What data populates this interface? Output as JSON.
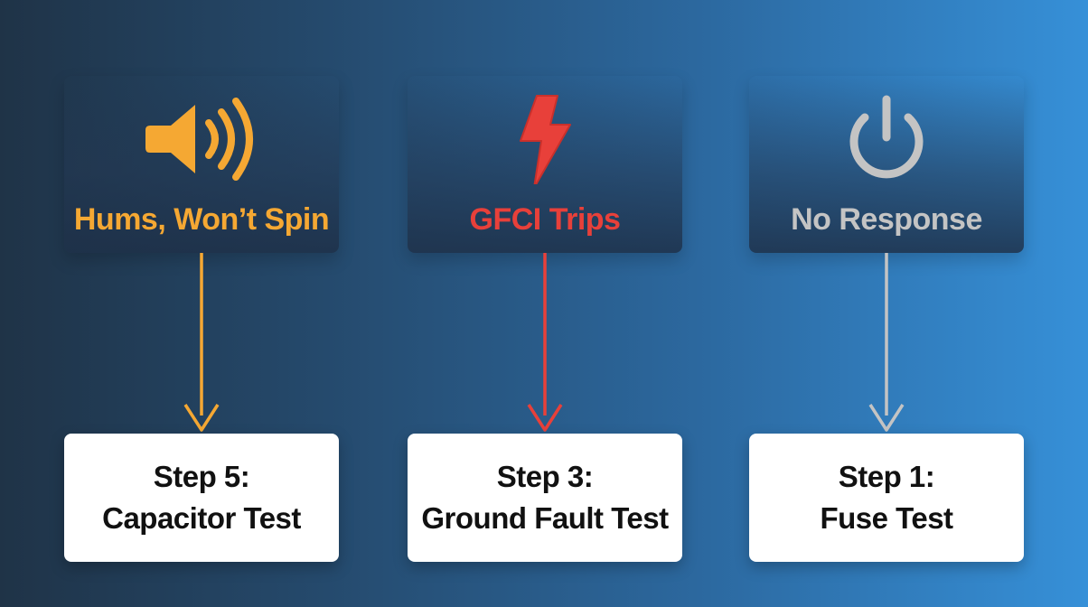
{
  "paths": [
    {
      "symptom": "Hums, Won’t Spin",
      "icon": "speaker-icon",
      "color": "#f5a833",
      "step_title": "Step 5:",
      "step_name": "Capacitor Test"
    },
    {
      "symptom": "GFCI Trips",
      "icon": "lightning-bolt-icon",
      "color": "#e8403a",
      "step_title": "Step 3:",
      "step_name": "Ground Fault Test"
    },
    {
      "symptom": "No Response",
      "icon": "power-icon",
      "color": "#c4c4c4",
      "step_title": "Step 1:",
      "step_name": "Fuse Test"
    }
  ]
}
